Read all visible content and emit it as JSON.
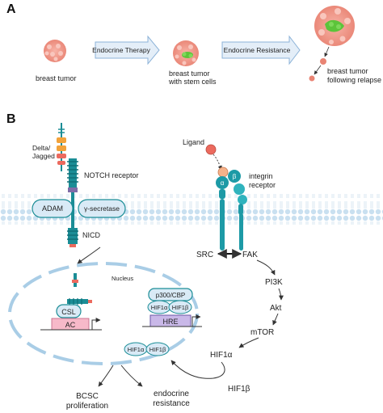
{
  "panel_a": {
    "letter": "A",
    "stage1_label": "breast tumor",
    "arrow1_label": "Endocrine Therapy",
    "stage2_label_line1": "breast tumor",
    "stage2_label_line2": "with stem cells",
    "arrow2_label": "Endocrine Resistance",
    "stage3_label_line1": "breast tumor",
    "stage3_label_line2": "following relapse"
  },
  "panel_b": {
    "letter": "B",
    "delta_jagged_line1": "Delta/",
    "delta_jagged_line2": "Jagged",
    "notch_receptor": "NOTCH receptor",
    "adam": "ADAM",
    "gamma_secretase": "γ-secretase",
    "nicd": "NICD",
    "nucleus": "Nucleus",
    "csl": "CSL",
    "ac": "AC",
    "p300": "p300/CBP",
    "hif1a": "HIF1α",
    "hif1b": "HIF1β",
    "hre": "HRE",
    "ligand": "Ligand",
    "integrin_alpha": "α",
    "integrin_beta": "β",
    "integrin_line1": "integrin",
    "integrin_line2": "receptor",
    "src": "SRC",
    "fak": "FAK",
    "pi3k": "PI3K",
    "akt": "Akt",
    "mtor": "mTOR",
    "hif1a_cyto": "HIF1α",
    "hif1b_cyto": "HIF1β",
    "out1_line1": "BCSC",
    "out1_line2": "proliferation",
    "out2_line1": "endocrine",
    "out2_line2": "resistance"
  },
  "colors": {
    "tumor": "#f29a8e",
    "stem": "#5cc43a",
    "arrow_fill": "#e4eef8",
    "arrow_stroke": "#8db3d8",
    "membrane": "#bcd8ec",
    "notch_teal": "#1b8d96",
    "integrin_teal": "#1d9aa6",
    "nucleus_dash": "#a9cde6",
    "pink": "#f7b9c9"
  }
}
